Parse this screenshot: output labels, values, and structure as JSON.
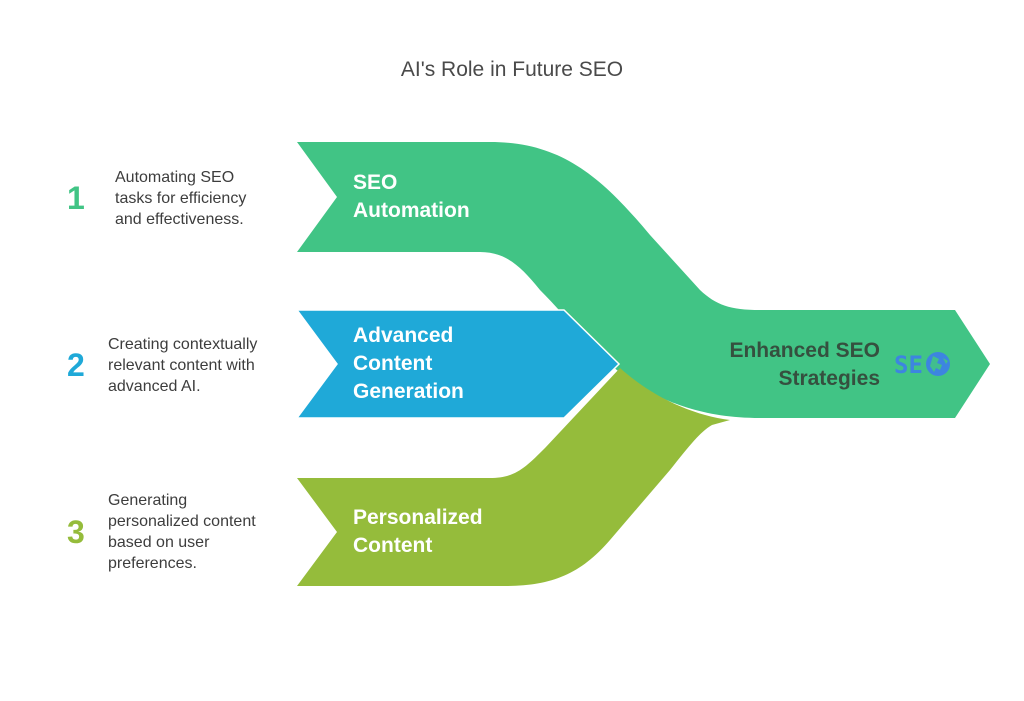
{
  "title": "AI's Role in Future SEO",
  "colors": {
    "green": "#41c485",
    "blue": "#1fa9d8",
    "olive": "#95bc3b",
    "end_text": "#35503f",
    "icon_blue": "#3d85e0"
  },
  "items": [
    {
      "number": "1",
      "label_line1": "SEO",
      "label_line2": "Automation",
      "desc_line1": "Automating SEO",
      "desc_line2": "tasks for efficiency",
      "desc_line3": "and effectiveness."
    },
    {
      "number": "2",
      "label_line1": "Advanced",
      "label_line2": "Content",
      "label_line3": "Generation",
      "desc_line1": "Creating contextually",
      "desc_line2": "relevant content with",
      "desc_line3": "advanced AI."
    },
    {
      "number": "3",
      "label_line1": "Personalized",
      "label_line2": "Content",
      "desc_line1": "Generating",
      "desc_line2": "personalized content",
      "desc_line3": "based on user",
      "desc_line4": "preferences."
    }
  ],
  "outcome": {
    "label_line1": "Enhanced SEO",
    "label_line2": "Strategies",
    "icon": "seo-globe-icon",
    "icon_text": "SE"
  }
}
